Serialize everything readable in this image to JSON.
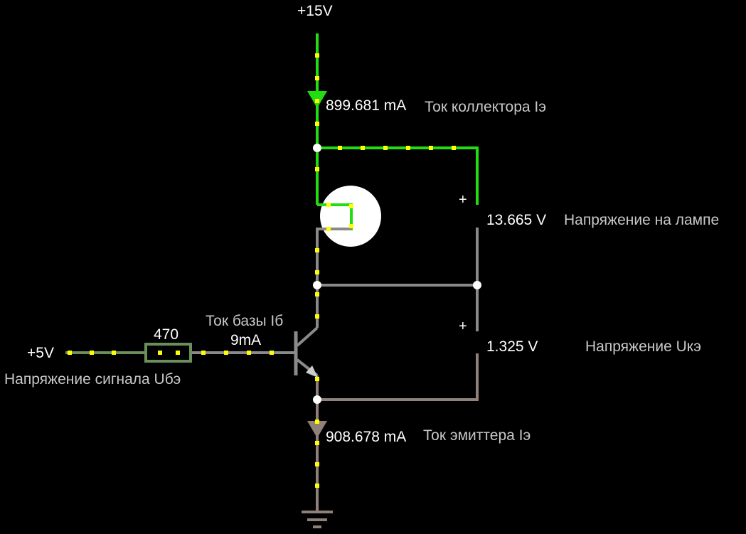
{
  "supply_top": "+15V",
  "signal_source": "+5V",
  "resistor_value": "470",
  "collector_current": {
    "value": "899.681 mA",
    "caption": "Ток коллектора Iэ"
  },
  "lamp_voltage": {
    "value": "13.665 V",
    "caption": "Напряжение на лампе"
  },
  "uce_voltage": {
    "value": "1.325 V",
    "caption": "Напряжение Uкэ"
  },
  "base_current": {
    "caption": "Ток базы Iб",
    "value": "9mA"
  },
  "signal_caption": "Напряжение сигнала Uбэ",
  "emitter_current": {
    "value": "908.678 mA",
    "caption": "Ток эмиттера Iэ"
  },
  "meter_polarity": "+",
  "colors": {
    "background": "#000000",
    "wire_high": "#22dd11",
    "wire_low": "#8a8a8a",
    "wire_signal": "#6a8f5a",
    "wire_emitter": "#8f807a",
    "current_dots": "#ffff00",
    "node": "#ffffff",
    "lamp": "#ffffff"
  }
}
